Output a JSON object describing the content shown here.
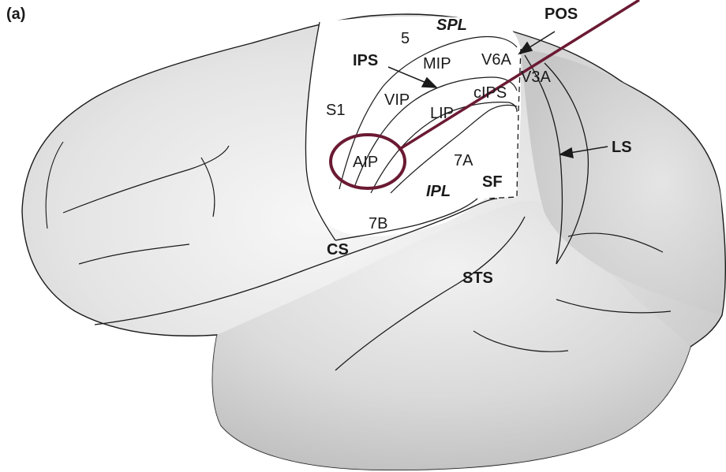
{
  "panel_label": "(a)",
  "labels": {
    "spl": "SPL",
    "pos": "POS",
    "area_5": "5",
    "ips": "IPS",
    "mip": "MIP",
    "v6a": "V6A",
    "v3a": "V3A",
    "s1": "S1",
    "vip": "VIP",
    "lip": "LIP",
    "cips": "cIPS",
    "ls": "LS",
    "aip": "AIP",
    "area_7a": "7A",
    "ipl": "IPL",
    "sf": "SF",
    "area_7b": "7B",
    "cs": "CS",
    "sts": "STS"
  },
  "colors": {
    "highlight_ring": "#6b1a33",
    "outline": "#1a1a1a",
    "cortex_fill": "#e6e6e6",
    "cortex_shade": "#c4c4c4",
    "region_fill": "#ffffff"
  }
}
